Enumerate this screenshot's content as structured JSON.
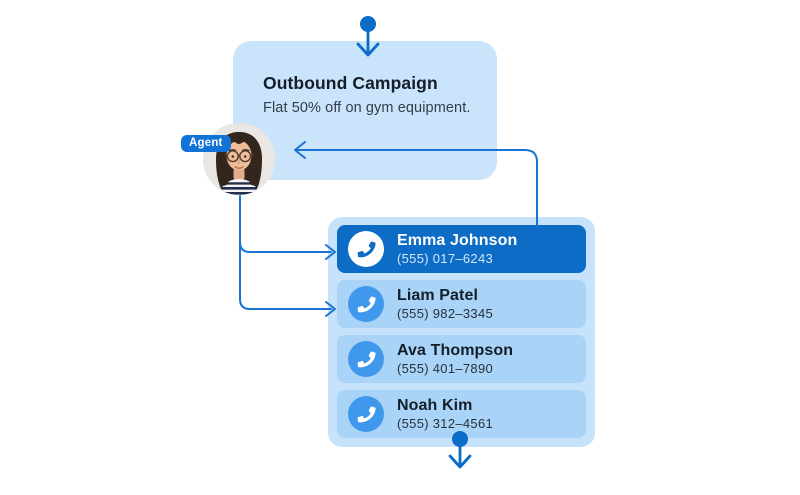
{
  "campaign_card": {
    "title": "Outbound Campaign",
    "subtitle": "Flat 50% off on gym equipment."
  },
  "agent": {
    "badge_label": "Agent",
    "avatar": "woman-with-glasses-portrait"
  },
  "contacts_panel": {
    "rows": [
      {
        "name": "Emma Johnson",
        "phone": "(555) 017–6243",
        "selected": true,
        "icon": "phone-icon"
      },
      {
        "name": "Liam Patel",
        "phone": "(555) 982–3345",
        "selected": false,
        "icon": "phone-icon"
      },
      {
        "name": "Ava Thompson",
        "phone": "(555) 401–7890",
        "selected": false,
        "icon": "phone-icon"
      },
      {
        "name": "Noah Kim",
        "phone": "(555) 312–4561",
        "selected": false,
        "icon": "phone-icon"
      }
    ]
  },
  "flow_icons": {
    "top": "arrow-down-icon",
    "bottom": "arrow-down-icon",
    "to_agent": "arrow-left-icon",
    "to_contacts": "arrow-right-icon"
  },
  "colors": {
    "accent_dark": "#0c6cc6",
    "connector": "#1b73d3",
    "card_bg": "#c9e4fb",
    "panel_bg": "#c7e3fb",
    "row_bg": "#a9d4f8",
    "circle_blue": "#3f98ec",
    "badge_bg": "#1173d6",
    "text_dark": "#141e28"
  }
}
